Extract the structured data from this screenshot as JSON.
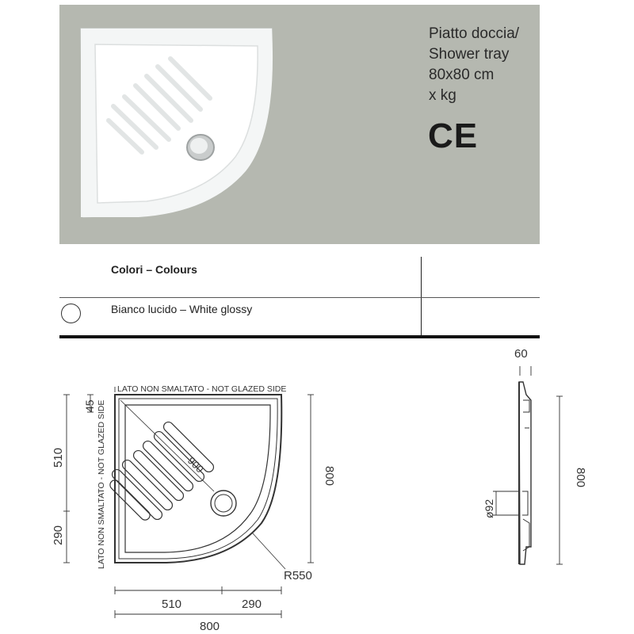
{
  "product": {
    "title_it": "Piatto doccia/",
    "title_en": "Shower tray",
    "size": "80x80 cm",
    "weight": "x kg",
    "certification": "CE"
  },
  "colours": {
    "heading": "Colori – Colours",
    "items": [
      {
        "label": "Bianco lucido – White glossy",
        "swatch": "#ffffff"
      }
    ]
  },
  "drawing": {
    "top_label": "LATO NON SMALTATO - NOT GLAZED SIDE",
    "side_label": "LATO NON SMALTATO - NOT GLAZED SIDE",
    "dim_45": "45",
    "dim_510_left": "510",
    "dim_290_left": "290",
    "dim_800_right": "800",
    "dim_900_diag": "900",
    "dim_r550": "R550",
    "dim_510_bottom": "510",
    "dim_290_bottom": "290",
    "dim_800_bottom": "800",
    "side_dim_60": "60",
    "side_dim_800": "800",
    "side_dim_d92": "ø92"
  },
  "colors": {
    "hero_bg": "#b5b8b0",
    "line": "#333333"
  }
}
